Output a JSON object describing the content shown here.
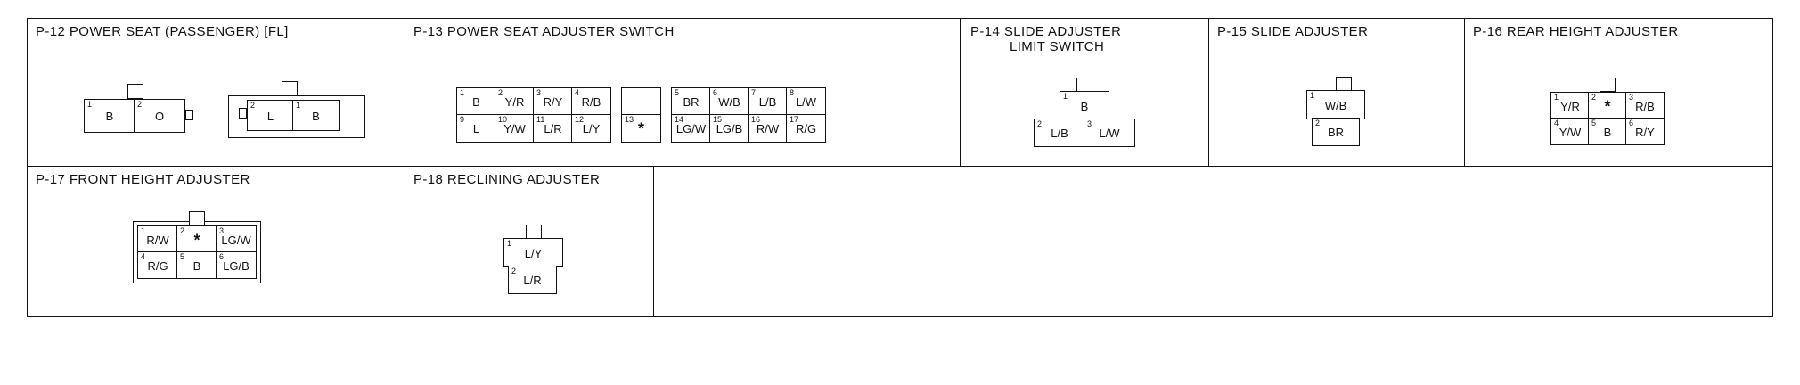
{
  "cells": {
    "p12": {
      "title": "P-12 POWER SEAT (PASSENGER) [FL]"
    },
    "p13": {
      "title": "P-13 POWER SEAT ADJUSTER SWITCH"
    },
    "p14": {
      "title_line1": "P-14 SLIDE ADJUSTER",
      "title_line2": "LIMIT SWITCH"
    },
    "p15": {
      "title": "P-15 SLIDE ADJUSTER"
    },
    "p16": {
      "title": "P-16 REAR HEIGHT ADJUSTER"
    },
    "p17": {
      "title": "P-17 FRONT HEIGHT ADJUSTER"
    },
    "p18": {
      "title": "P-18 RECLINING ADJUSTER"
    }
  },
  "connectors": {
    "p12a": [
      {
        "n": "1",
        "l": "B"
      },
      {
        "n": "2",
        "l": "O"
      }
    ],
    "p12b": [
      {
        "n": "2",
        "l": "L"
      },
      {
        "n": "1",
        "l": "B"
      }
    ],
    "p13": [
      {
        "n": "1",
        "l": "B"
      },
      {
        "n": "2",
        "l": "Y/R"
      },
      {
        "n": "3",
        "l": "R/Y"
      },
      {
        "n": "4",
        "l": "R/B"
      },
      {
        "n": "",
        "l": ""
      },
      {
        "n": "5",
        "l": "BR"
      },
      {
        "n": "6",
        "l": "W/B"
      },
      {
        "n": "7",
        "l": "L/B"
      },
      {
        "n": "8",
        "l": "L/W"
      },
      {
        "n": "9",
        "l": "L"
      },
      {
        "n": "10",
        "l": "Y/W"
      },
      {
        "n": "11",
        "l": "L/R"
      },
      {
        "n": "12",
        "l": "L/Y"
      },
      {
        "n": "13",
        "l": "*"
      },
      {
        "n": "14",
        "l": "LG/W"
      },
      {
        "n": "15",
        "l": "LG/B"
      },
      {
        "n": "16",
        "l": "R/W"
      },
      {
        "n": "17",
        "l": "R/G"
      }
    ],
    "p14": [
      {
        "n": "1",
        "l": "B"
      },
      {
        "n": "2",
        "l": "L/B"
      },
      {
        "n": "3",
        "l": "L/W"
      }
    ],
    "p15": [
      {
        "n": "1",
        "l": "W/B"
      },
      {
        "n": "2",
        "l": "BR"
      }
    ],
    "p16": [
      {
        "n": "1",
        "l": "Y/R"
      },
      {
        "n": "2",
        "l": "*"
      },
      {
        "n": "3",
        "l": "R/B"
      },
      {
        "n": "4",
        "l": "Y/W"
      },
      {
        "n": "5",
        "l": "B"
      },
      {
        "n": "6",
        "l": "R/Y"
      }
    ],
    "p17": [
      {
        "n": "1",
        "l": "R/W"
      },
      {
        "n": "2",
        "l": "*"
      },
      {
        "n": "3",
        "l": "LG/W"
      },
      {
        "n": "4",
        "l": "R/G"
      },
      {
        "n": "5",
        "l": "B"
      },
      {
        "n": "6",
        "l": "LG/B"
      }
    ],
    "p18": [
      {
        "n": "1",
        "l": "L/Y"
      },
      {
        "n": "2",
        "l": "L/R"
      }
    ]
  }
}
